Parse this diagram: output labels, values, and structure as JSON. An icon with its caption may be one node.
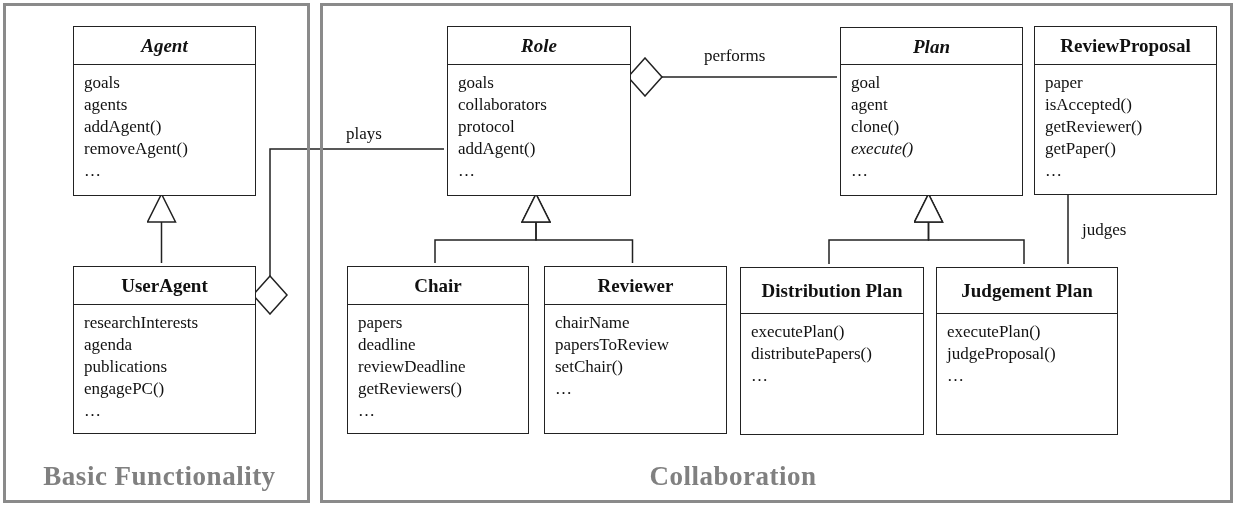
{
  "diagram": {
    "nodes": [
      {
        "text": [
          "Basic Functionality"
        ]
      },
      {
        "text": [
          "Agent",
          "goals",
          "agents",
          "addAgent()",
          "removeAgent()",
          "…"
        ],
        "in": 0
      },
      {
        "text": [
          "UserAgent",
          "researchInterests",
          "agenda",
          "publications",
          "engagePC()",
          "…"
        ],
        "in": 0
      },
      {
        "text": [
          "Collaboration"
        ]
      },
      {
        "text": [
          "Role",
          "goals",
          "collaborators",
          "protocol",
          "addAgent()",
          "…"
        ],
        "in": 3
      },
      {
        "text": [
          "Plan",
          "goal",
          "agent",
          "clone()",
          "*execute()*",
          "…"
        ],
        "in": 3
      },
      {
        "text": [
          "ReviewProposal",
          "paper",
          "isAccepted()",
          "getReviewer()",
          "getPaper()",
          "…"
        ],
        "in": 3
      },
      {
        "text": [
          "Chair",
          "papers",
          "deadline",
          "reviewDeadline",
          "getReviewers()",
          "…"
        ],
        "in": 3
      },
      {
        "text": [
          "Reviewer",
          "chairName",
          "papersToReview",
          "setChair()",
          "…"
        ],
        "in": 3
      },
      {
        "text": [
          "Distribution Plan",
          "executePlan()",
          "distributePapers()",
          "…"
        ],
        "in": 3
      },
      {
        "text": [
          "Judgement Plan",
          "executePlan()",
          "judgeProposal()",
          "…"
        ],
        "in": 3
      }
    ],
    "edges": [
      {
        "from": 2,
        "to": 1,
        "arrow": "to"
      },
      {
        "from": 2,
        "to": 4,
        "arrow": "other",
        "label": "plays"
      },
      {
        "from": 4,
        "to": 5,
        "arrow": "other",
        "label": "performs"
      },
      {
        "from": 7,
        "to": 4,
        "arrow": "to"
      },
      {
        "from": 8,
        "to": 4,
        "arrow": "to"
      },
      {
        "from": 9,
        "to": 5,
        "arrow": "to"
      },
      {
        "from": 10,
        "to": 5,
        "arrow": "to"
      },
      {
        "from": 6,
        "to": 10,
        "arrow": "none",
        "label": "judges"
      }
    ]
  }
}
